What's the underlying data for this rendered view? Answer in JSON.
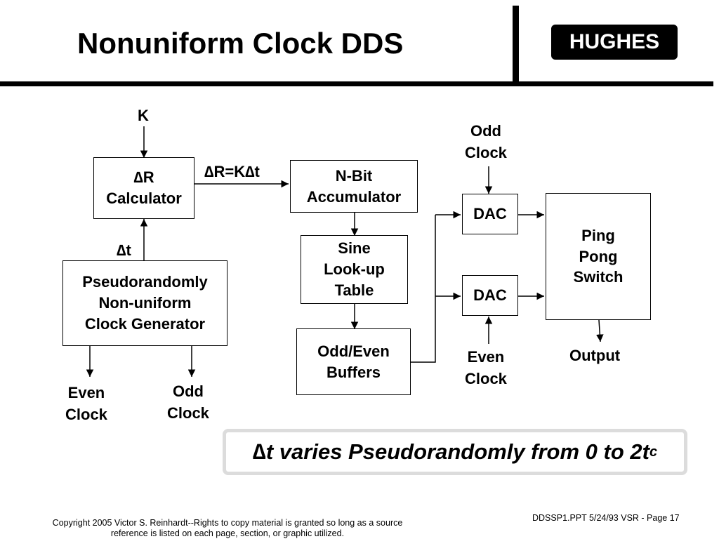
{
  "slide": {
    "title": "Nonuniform Clock DDS",
    "logo": "HUGHES"
  },
  "diagram": {
    "input_k": "K",
    "delta_r_formula": "∆R=K∆t",
    "delta_t": "∆t",
    "calculator": {
      "line1": "∆R",
      "line2": "Calculator"
    },
    "generator": {
      "line1": "Pseudorandomly",
      "line2": "Non-uniform",
      "line3": "Clock Generator"
    },
    "accumulator": {
      "line1": "N-Bit",
      "line2": "Accumulator"
    },
    "sine_table": {
      "line1": "Sine",
      "line2": "Look-up",
      "line3": "Table"
    },
    "buffers": {
      "line1": "Odd/Even",
      "line2": "Buffers"
    },
    "dac_top": "DAC",
    "dac_bottom": "DAC",
    "switch": {
      "line1": "Ping",
      "line2": "Pong",
      "line3": "Switch"
    },
    "gen_even_clock": {
      "line1": "Even",
      "line2": "Clock"
    },
    "gen_odd_clock": {
      "line1": "Odd",
      "line2": "Clock"
    },
    "dac_odd_clock": {
      "line1": "Odd",
      "line2": "Clock"
    },
    "dac_even_clock": {
      "line1": "Even",
      "line2": "Clock"
    },
    "output": "Output"
  },
  "note": {
    "text": "∆t varies Pseudorandomly from 0 to 2t",
    "subscript": "c"
  },
  "footer": {
    "copyright_line1": "Copyright 2005 Victor S. Reinhardt--Rights to copy material is granted so long as a source",
    "copyright_line2": "reference is listed on each page, section, or graphic utilized.",
    "page_info": "DDSSP1.PPT 5/24/93 VSR - Page 17"
  }
}
